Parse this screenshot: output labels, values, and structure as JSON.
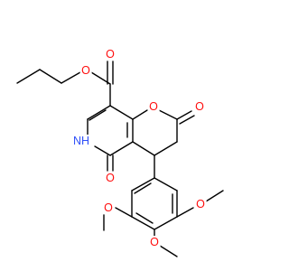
{
  "colors": {
    "carbon_bond": "#000000",
    "oxygen": "#ff0d0d",
    "nitrogen": "#3050f8",
    "background": "#ffffff"
  },
  "labels": {
    "ester_carbonyl_o": "O",
    "ester_ether_o": "O",
    "ring_o": "O",
    "lactone_carbonyl_o": "O",
    "amide_nh": "NH",
    "amide_carbonyl_o": "O",
    "methoxy_left_o": "O",
    "methoxy_right_o": "O",
    "methoxy_bottom_o": "O"
  }
}
